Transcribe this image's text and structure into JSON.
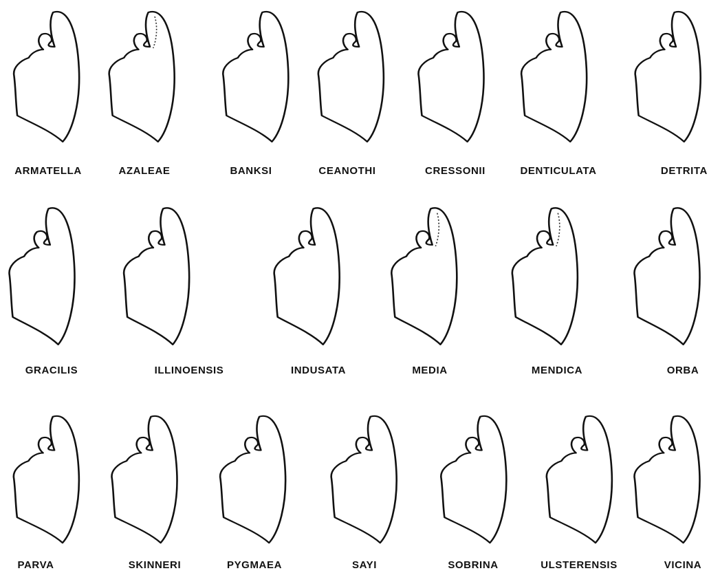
{
  "plate": {
    "rows": [
      {
        "specimens": [
          "ARMATELLA",
          "AZALEAE",
          "BANKSI",
          "CEANOTHI",
          "CRESSONII",
          "DENTICULATA",
          "DETRITA"
        ]
      },
      {
        "specimens": [
          "GRACILIS",
          "ILLINOENSIS",
          "INDUSATA",
          "MEDIA",
          "MENDICA",
          "ORBA"
        ]
      },
      {
        "specimens": [
          "PARVA",
          "SKINNERI",
          "PYGMAEA",
          "SAYI",
          "SOBRINA",
          "ULSTERENSIS",
          "VICINA"
        ]
      }
    ]
  }
}
